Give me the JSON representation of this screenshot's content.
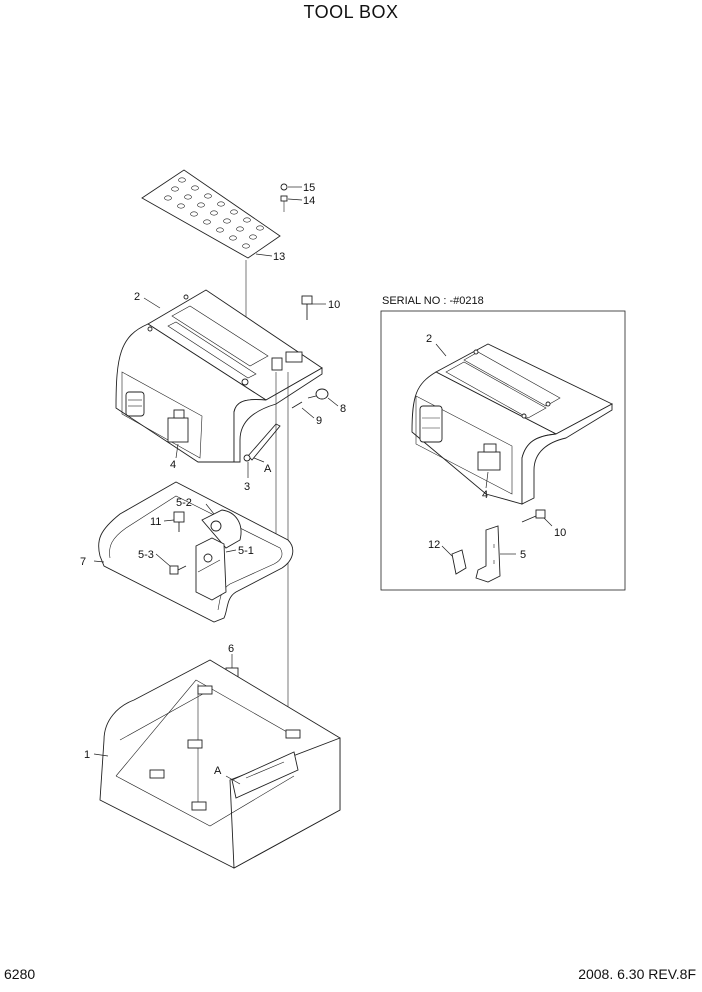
{
  "title": "TOOL BOX",
  "page_number": "6280",
  "revision": "2008. 6.30  REV.8F",
  "serial_note": "SERIAL NO : -#0218",
  "callouts": {
    "c15": "15",
    "c14": "14",
    "c13": "13",
    "c10a": "10",
    "c2a": "2",
    "c8": "8",
    "c9": "9",
    "c4a": "4",
    "cAa": "A",
    "c3": "3",
    "c52": "5-2",
    "c11": "11",
    "c7": "7",
    "c53": "5-3",
    "c51": "5-1",
    "c6": "6",
    "c1": "1",
    "cAb": "A",
    "c2b": "2",
    "c4b": "4",
    "c10b": "10",
    "c12": "12",
    "c5": "5"
  }
}
